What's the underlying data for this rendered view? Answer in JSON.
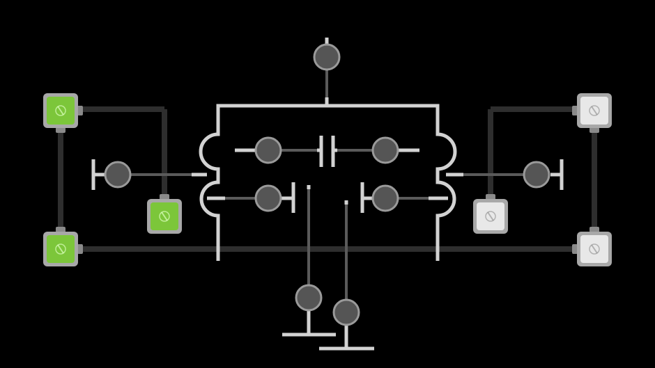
{
  "colors": {
    "background": "#000000",
    "wire_dark": "#2e2e2e",
    "wire_mid": "#5a5a5a",
    "wire_light": "#d2d2d2",
    "node_fill": "#555555",
    "node_ring": "#9a9a9a",
    "switch_on": "#7cc63a",
    "switch_off": "#e8e8e8",
    "switch_frame": "#a8a8a8"
  },
  "switches": [
    {
      "id": "left-top",
      "state": "on",
      "icon": "plug-icon"
    },
    {
      "id": "left-mid",
      "state": "on",
      "icon": "plug-icon"
    },
    {
      "id": "left-bottom",
      "state": "on",
      "icon": "plug-icon"
    },
    {
      "id": "right-top",
      "state": "off",
      "icon": "plug-icon"
    },
    {
      "id": "right-mid",
      "state": "off",
      "icon": "plug-icon"
    },
    {
      "id": "right-bottom",
      "state": "off",
      "icon": "plug-icon"
    }
  ]
}
